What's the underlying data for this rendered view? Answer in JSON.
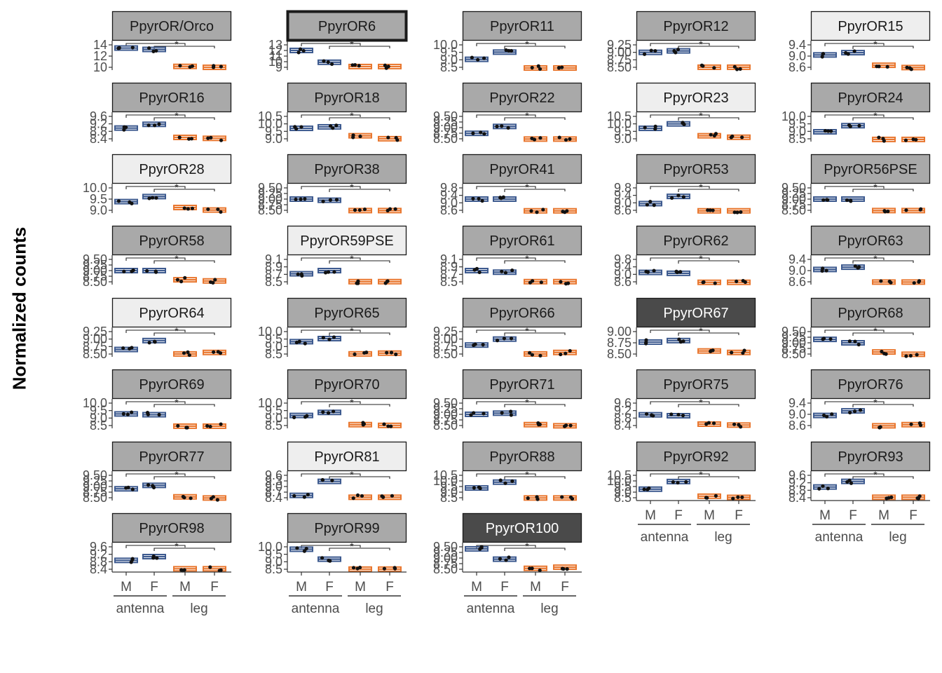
{
  "colors": {
    "antenna": "#3d5a8f",
    "leg": "#e9772f",
    "strip_grey": "#a9a9a9",
    "strip_light": "#eeeeee",
    "strip_dark": "#4a4a4a"
  },
  "chart_data": {
    "type": "boxplot-facets",
    "ylabel": "Normalized counts",
    "x_categories": [
      "M",
      "F",
      "M",
      "F"
    ],
    "x_groups": [
      "antenna",
      "leg"
    ],
    "tick_labels_shown_below": [
      "PpyrOR92",
      "PpyrOR93",
      "PpyrOR98",
      "PpyrOR99",
      "PpyrOR100"
    ],
    "significance_mark": "*",
    "panels": [
      {
        "name": "PpyrOR/Orco",
        "strip": "grey",
        "border": "normal",
        "ticks": [
          "14",
          "12",
          "10"
        ],
        "ylim": [
          9,
          14.5
        ],
        "medians": [
          13.5,
          13.2,
          9.5,
          9.3
        ]
      },
      {
        "name": "PpyrOR6",
        "strip": "grey",
        "border": "bold",
        "ticks": [
          "13",
          "12",
          "11",
          "10",
          "9"
        ],
        "ylim": [
          8.8,
          13.5
        ],
        "medians": [
          12.2,
          10,
          9.2,
          9.2
        ]
      },
      {
        "name": "PpyrOR11",
        "strip": "grey",
        "border": "normal",
        "ticks": [
          "10.0",
          "9.5",
          "9.0",
          "8.5"
        ],
        "ylim": [
          8.45,
          10.2
        ],
        "medians": [
          9.1,
          9.6,
          8.5,
          8.5
        ]
      },
      {
        "name": "PpyrOR12",
        "strip": "grey",
        "border": "normal",
        "ticks": [
          "9.25",
          "9.00",
          "8.75",
          "8.50"
        ],
        "ylim": [
          8.45,
          9.3
        ],
        "medians": [
          9.0,
          9.05,
          8.5,
          8.5
        ]
      },
      {
        "name": "PpyrOR15",
        "strip": "light",
        "border": "normal",
        "ticks": [
          "9.4",
          "9.0",
          "8.6"
        ],
        "ylim": [
          8.5,
          9.6
        ],
        "medians": [
          9.1,
          9.2,
          8.65,
          8.55
        ]
      },
      {
        "name": "PpyrOR16",
        "strip": "grey",
        "border": "normal",
        "ticks": [
          "9.6",
          "9.2",
          "8.8",
          "8.4"
        ],
        "ylim": [
          8.35,
          9.7
        ],
        "medians": [
          9.0,
          9.2,
          8.5,
          8.45
        ]
      },
      {
        "name": "PpyrOR18",
        "strip": "grey",
        "border": "normal",
        "ticks": [
          "10.5",
          "10.0",
          "9.5",
          "9.0"
        ],
        "ylim": [
          8.9,
          10.6
        ],
        "medians": [
          9.7,
          9.8,
          9.2,
          9.0
        ]
      },
      {
        "name": "PpyrOR22",
        "strip": "grey",
        "border": "normal",
        "ticks": [
          "9.50",
          "9.25",
          "9.00",
          "8.75",
          "8.50"
        ],
        "ylim": [
          8.45,
          9.55
        ],
        "medians": [
          8.75,
          9.05,
          8.5,
          8.5
        ]
      },
      {
        "name": "PpyrOR23",
        "strip": "light",
        "border": "normal",
        "ticks": [
          "10.5",
          "10.0",
          "9.5",
          "9.0"
        ],
        "ylim": [
          8.9,
          10.6
        ],
        "medians": [
          9.7,
          10.0,
          9.2,
          9.1
        ]
      },
      {
        "name": "PpyrOR24",
        "strip": "grey",
        "border": "normal",
        "ticks": [
          "10.0",
          "9.5",
          "9.0",
          "8.5"
        ],
        "ylim": [
          8.45,
          10.1
        ],
        "medians": [
          9.0,
          9.4,
          8.5,
          8.5
        ]
      },
      {
        "name": "PpyrOR28",
        "strip": "light",
        "border": "normal",
        "ticks": [
          "10.0",
          "9.5",
          "9.0"
        ],
        "ylim": [
          8.7,
          10.2
        ],
        "medians": [
          9.3,
          9.6,
          8.95,
          8.8
        ]
      },
      {
        "name": "PpyrOR38",
        "strip": "grey",
        "border": "normal",
        "ticks": [
          "9.50",
          "9.25",
          "9.00",
          "8.75",
          "8.50"
        ],
        "ylim": [
          8.45,
          9.55
        ],
        "medians": [
          9.0,
          8.95,
          8.5,
          8.5
        ]
      },
      {
        "name": "PpyrOR41",
        "strip": "grey",
        "border": "normal",
        "ticks": [
          "9.8",
          "9.4",
          "9.0",
          "8.6"
        ],
        "ylim": [
          8.5,
          9.9
        ],
        "medians": [
          9.2,
          9.2,
          8.55,
          8.55
        ]
      },
      {
        "name": "PpyrOR53",
        "strip": "grey",
        "border": "normal",
        "ticks": [
          "9.8",
          "9.4",
          "9.0",
          "8.6"
        ],
        "ylim": [
          8.5,
          9.9
        ],
        "medians": [
          8.95,
          9.35,
          8.55,
          8.55
        ]
      },
      {
        "name": "PpyrOR56PSE",
        "strip": "grey",
        "border": "normal",
        "ticks": [
          "9.50",
          "9.25",
          "9.00",
          "8.75",
          "8.50"
        ],
        "ylim": [
          8.45,
          9.55
        ],
        "medians": [
          9.0,
          9.0,
          8.5,
          8.5
        ]
      },
      {
        "name": "PpyrOR58",
        "strip": "grey",
        "border": "normal",
        "ticks": [
          "9.50",
          "9.25",
          "9.00",
          "8.75",
          "8.50"
        ],
        "ylim": [
          8.45,
          9.55
        ],
        "medians": [
          9.0,
          9.0,
          8.6,
          8.55
        ]
      },
      {
        "name": "PpyrOR59PSE",
        "strip": "light",
        "border": "normal",
        "ticks": [
          "9.1",
          "8.9",
          "8.7",
          "8.5"
        ],
        "ylim": [
          8.4,
          9.2
        ],
        "medians": [
          8.7,
          8.8,
          8.45,
          8.45
        ]
      },
      {
        "name": "PpyrOR61",
        "strip": "grey",
        "border": "normal",
        "ticks": [
          "9.1",
          "8.9",
          "8.7",
          "8.5"
        ],
        "ylim": [
          8.4,
          9.2
        ],
        "medians": [
          8.8,
          8.75,
          8.45,
          8.45
        ]
      },
      {
        "name": "PpyrOR62",
        "strip": "grey",
        "border": "normal",
        "ticks": [
          "9.8",
          "9.4",
          "9.0",
          "8.6"
        ],
        "ylim": [
          8.5,
          9.9
        ],
        "medians": [
          9.1,
          9.05,
          8.55,
          8.55
        ]
      },
      {
        "name": "PpyrOR63",
        "strip": "grey",
        "border": "normal",
        "ticks": [
          "9.4",
          "9.0",
          "8.6"
        ],
        "ylim": [
          8.5,
          9.6
        ],
        "medians": [
          9.1,
          9.2,
          8.55,
          8.55
        ]
      },
      {
        "name": "PpyrOR64",
        "strip": "light",
        "border": "normal",
        "ticks": [
          "9.25",
          "9.00",
          "8.75",
          "8.50"
        ],
        "ylim": [
          8.45,
          9.3
        ],
        "medians": [
          8.65,
          8.95,
          8.5,
          8.55
        ]
      },
      {
        "name": "PpyrOR65",
        "strip": "grey",
        "border": "normal",
        "ticks": [
          "10.0",
          "9.5",
          "9.0",
          "8.5"
        ],
        "ylim": [
          8.45,
          10.1
        ],
        "medians": [
          9.35,
          9.55,
          8.55,
          8.6
        ]
      },
      {
        "name": "PpyrOR66",
        "strip": "grey",
        "border": "normal",
        "ticks": [
          "9.25",
          "9.00",
          "8.75",
          "8.50"
        ],
        "ylim": [
          8.45,
          9.3
        ],
        "medians": [
          8.8,
          9.0,
          8.5,
          8.55
        ]
      },
      {
        "name": "PpyrOR67",
        "strip": "dark",
        "border": "normal",
        "ticks": [
          "9.00",
          "8.75",
          "8.50"
        ],
        "ylim": [
          8.4,
          9.25
        ],
        "medians": [
          8.85,
          8.9,
          8.55,
          8.5
        ]
      },
      {
        "name": "PpyrOR68",
        "strip": "grey",
        "border": "normal",
        "ticks": [
          "9.50",
          "9.25",
          "9.00",
          "8.75",
          "8.50"
        ],
        "ylim": [
          8.45,
          9.55
        ],
        "medians": [
          9.15,
          9.0,
          8.6,
          8.5
        ]
      },
      {
        "name": "PpyrOR69",
        "strip": "grey",
        "border": "normal",
        "ticks": [
          "10.0",
          "9.5",
          "9.0",
          "8.5"
        ],
        "ylim": [
          8.45,
          10.1
        ],
        "medians": [
          9.3,
          9.25,
          8.5,
          8.5
        ]
      },
      {
        "name": "PpyrOR70",
        "strip": "grey",
        "border": "normal",
        "ticks": [
          "10.0",
          "9.5",
          "9.0",
          "8.5"
        ],
        "ylim": [
          8.45,
          10.1
        ],
        "medians": [
          9.2,
          9.4,
          8.6,
          8.55
        ]
      },
      {
        "name": "PpyrOR71",
        "strip": "grey",
        "border": "normal",
        "ticks": [
          "9.50",
          "9.25",
          "9.00",
          "8.75",
          "8.50"
        ],
        "ylim": [
          8.45,
          9.55
        ],
        "medians": [
          9.0,
          9.05,
          8.55,
          8.5
        ]
      },
      {
        "name": "PpyrOR75",
        "strip": "grey",
        "border": "normal",
        "ticks": [
          "9.6",
          "9.2",
          "8.8",
          "8.4"
        ],
        "ylim": [
          8.35,
          9.7
        ],
        "medians": [
          9.0,
          8.95,
          8.5,
          8.45
        ]
      },
      {
        "name": "PpyrOR76",
        "strip": "grey",
        "border": "normal",
        "ticks": [
          "9.4",
          "9.0",
          "8.6"
        ],
        "ylim": [
          8.5,
          9.6
        ],
        "medians": [
          9.0,
          9.2,
          8.55,
          8.6
        ]
      },
      {
        "name": "PpyrOR77",
        "strip": "grey",
        "border": "normal",
        "ticks": [
          "9.50",
          "9.25",
          "9.00",
          "8.75",
          "8.50"
        ],
        "ylim": [
          8.45,
          9.55
        ],
        "medians": [
          8.9,
          9.05,
          8.55,
          8.5
        ]
      },
      {
        "name": "PpyrOR81",
        "strip": "light",
        "border": "normal",
        "ticks": [
          "9.6",
          "9.3",
          "9.0",
          "8.7",
          "8.4"
        ],
        "ylim": [
          8.35,
          9.7
        ],
        "medians": [
          8.55,
          9.3,
          8.45,
          8.45
        ]
      },
      {
        "name": "PpyrOR88",
        "strip": "grey",
        "border": "normal",
        "ticks": [
          "10.5",
          "10.0",
          "9.5",
          "9.0",
          "8.5"
        ],
        "ylim": [
          8.45,
          10.6
        ],
        "medians": [
          9.4,
          9.9,
          8.55,
          8.55
        ]
      },
      {
        "name": "PpyrOR92",
        "strip": "grey",
        "border": "normal",
        "ticks": [
          "10.5",
          "10.0",
          "9.5",
          "9.0",
          "8.5"
        ],
        "ylim": [
          8.45,
          10.6
        ],
        "medians": [
          9.3,
          9.95,
          8.7,
          8.6
        ]
      },
      {
        "name": "PpyrOR93",
        "strip": "grey",
        "border": "normal",
        "ticks": [
          "9.6",
          "9.2",
          "8.8",
          "8.4"
        ],
        "ylim": [
          8.35,
          9.7
        ],
        "medians": [
          9.0,
          9.3,
          8.45,
          8.45
        ]
      },
      {
        "name": "PpyrOR98",
        "strip": "grey",
        "border": "normal",
        "ticks": [
          "9.6",
          "9.2",
          "8.8",
          "8.4"
        ],
        "ylim": [
          8.35,
          9.7
        ],
        "medians": [
          8.9,
          9.1,
          8.45,
          8.45
        ]
      },
      {
        "name": "PpyrOR99",
        "strip": "grey",
        "border": "normal",
        "ticks": [
          "10.0",
          "9.5",
          "9.0",
          "8.5"
        ],
        "ylim": [
          8.45,
          10.1
        ],
        "medians": [
          9.85,
          9.2,
          8.55,
          8.55
        ]
      },
      {
        "name": "PpyrOR100",
        "strip": "dark",
        "border": "normal",
        "ticks": [
          "9.50",
          "9.25",
          "9.00",
          "8.75",
          "8.50"
        ],
        "ylim": [
          8.45,
          9.55
        ],
        "medians": [
          9.4,
          8.95,
          8.55,
          8.6
        ]
      }
    ]
  }
}
